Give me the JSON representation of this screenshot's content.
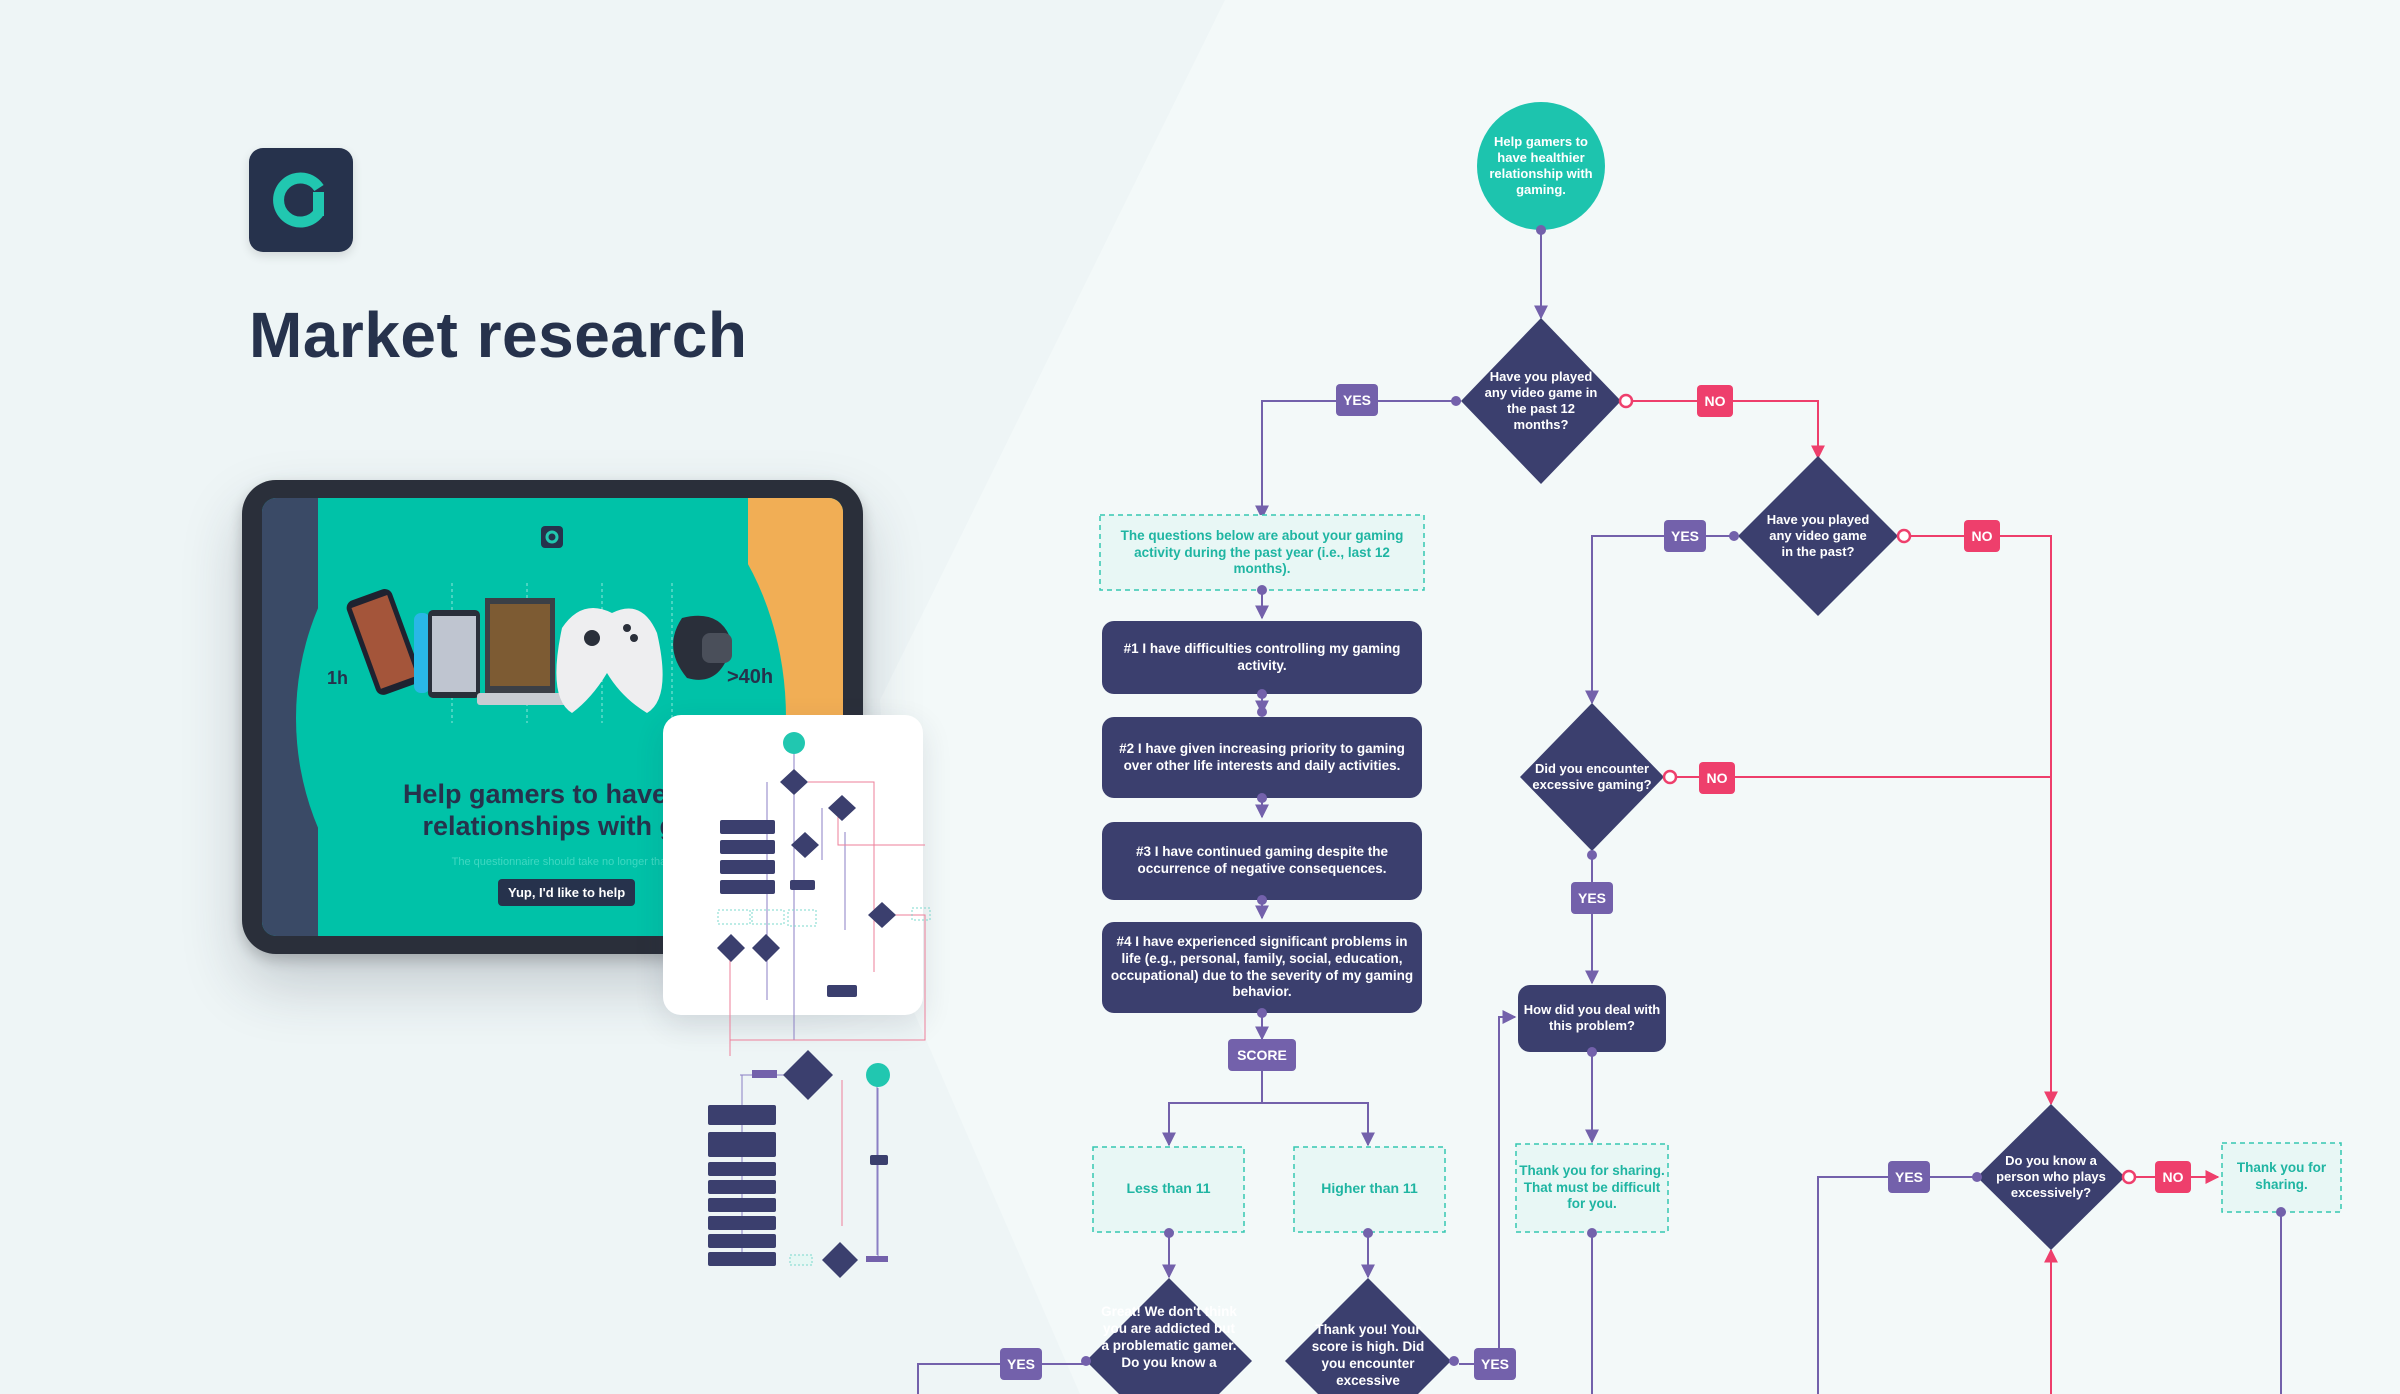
{
  "page": {
    "title": "Market research"
  },
  "brand": {
    "accent": "#1dc4ae",
    "navy": "#3b3f6e",
    "purple": "#7361ab",
    "pink": "#ee3f6c",
    "logo_icon": "app-logo-icon"
  },
  "tablet": {
    "heading": "Help gamers to have hea… relationships with gar…",
    "heading_line1": "Help gamers to have hea",
    "heading_line2": "relationships with gar",
    "subtext": "The questionnaire should take no longer than",
    "cta_label": "Yup, I'd like to help",
    "left_marker": "1h",
    "right_marker": ">40h"
  },
  "flow": {
    "start": "Help gamers to have healthier relationship with gaming.",
    "q1": "Have you played any video game in the past 12 months?",
    "q2": "Have you played any video game in the past?",
    "q3": "Did you encounter excessive gaming?",
    "q4": "How did you deal with this problem?",
    "q5": "Do you know a person who plays excessively?",
    "intro": "The questions below are about your gaming activity during the past year (i.e., last 12 months).",
    "items": [
      "#1 I have difficulties controlling my gaming activity.",
      "#2 I have given increasing priority to gaming over other life interests and daily activities.",
      "#3 I have continued gaming despite the occurrence of negative consequences.",
      "#4 I have experienced significant problems in life (e.g., personal, family, social, education, occupational) due to the severity of my gaming behavior."
    ],
    "score_label": "SCORE",
    "less": "Less than 11",
    "higher": "Higher than 11",
    "great": "Great! We don't think you are addicted but a problematic gamer. Do you know a",
    "thanks_high": "Thank you! Your score is high. Did you encounter excessive",
    "share_difficult": "Thank you for sharing. That must be difficult for you.",
    "share": "Thank you for sharing.",
    "yes": "YES",
    "no": "NO"
  }
}
